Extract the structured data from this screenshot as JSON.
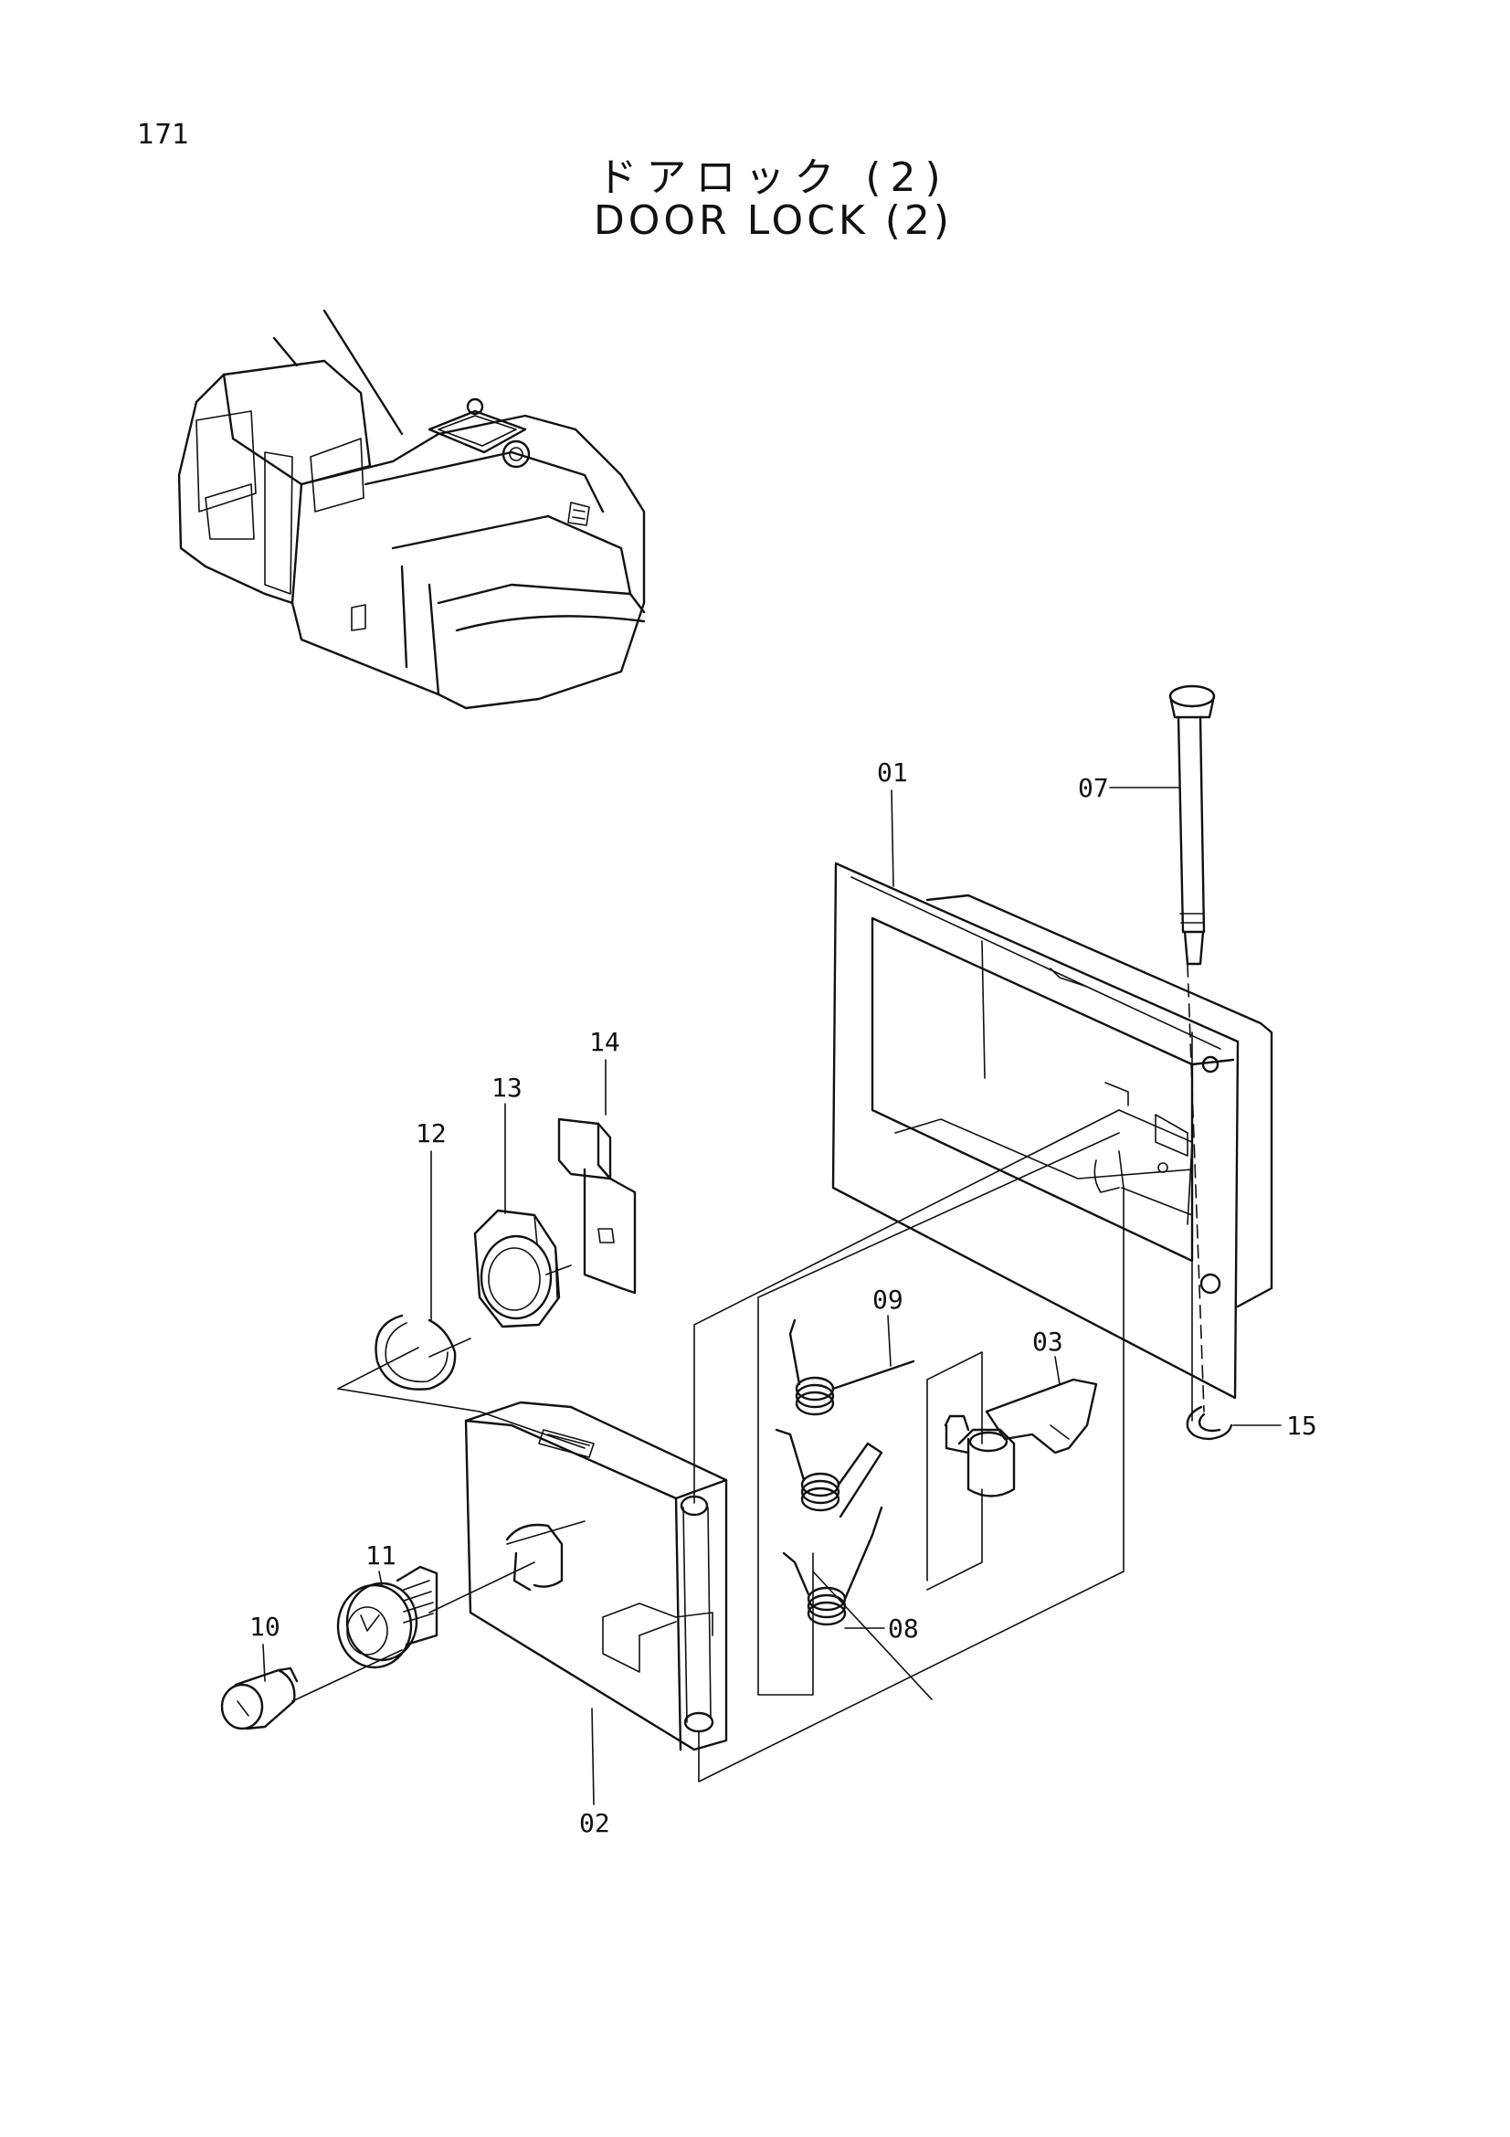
{
  "page": {
    "number": "171",
    "title_jp": "ドアロック (2)",
    "title_en": "DOOR LOCK (2)"
  },
  "callouts": {
    "p01": "01",
    "p02": "02",
    "p03": "03",
    "p07": "07",
    "p08": "08",
    "p09": "09",
    "p10": "10",
    "p11": "11",
    "p12": "12",
    "p13": "13",
    "p14": "14",
    "p15": "15"
  }
}
